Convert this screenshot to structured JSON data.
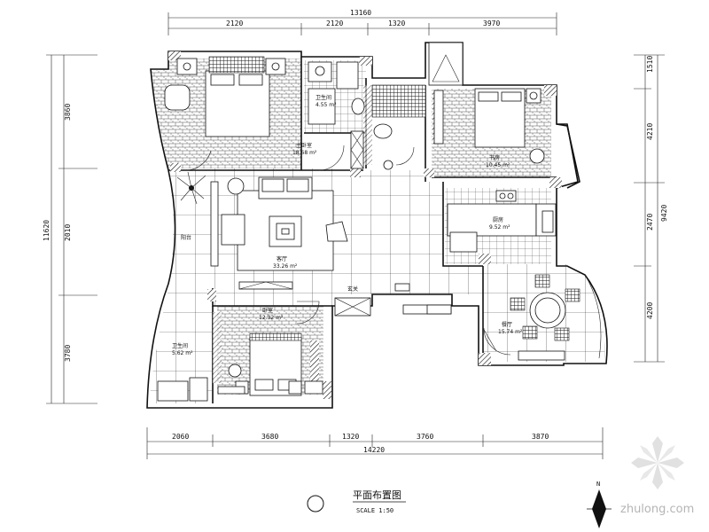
{
  "drawing": {
    "title": "平面布置图",
    "scale": "SCALE 1:50",
    "north": "N",
    "watermark": "zhulong.com"
  },
  "dimensions": {
    "top_total": "13160",
    "top": [
      "2120",
      "2120",
      "1320",
      "3970"
    ],
    "bottom_total": "14220",
    "bottom": [
      "2060",
      "3680",
      "1320",
      "3760",
      "3870"
    ],
    "left_total": "11620",
    "left": [
      "3860",
      "2010",
      "3780"
    ],
    "right_total": "9420",
    "right": [
      "1510",
      "4210",
      "2470",
      "4200"
    ]
  },
  "rooms": [
    {
      "id": "master-bedroom",
      "name": "主卧室",
      "area": "18.68 m²"
    },
    {
      "id": "bathroom-1",
      "name": "卫生间",
      "area": "4.55 m²"
    },
    {
      "id": "study",
      "name": "书房",
      "area": "10.45 m²"
    },
    {
      "id": "living-room",
      "name": "客厅",
      "area": "33.26 m²"
    },
    {
      "id": "kitchen",
      "name": "厨房",
      "area": "9.52 m²"
    },
    {
      "id": "balcony",
      "name": "阳台",
      "area": ""
    },
    {
      "id": "bedroom-2",
      "name": "卧室",
      "area": "12.32 m²"
    },
    {
      "id": "bath-2",
      "name": "卫生间",
      "area": "5.62 m²"
    },
    {
      "id": "dining",
      "name": "餐厅",
      "area": "15.74 m²"
    },
    {
      "id": "entry",
      "name": "玄关",
      "area": ""
    }
  ]
}
